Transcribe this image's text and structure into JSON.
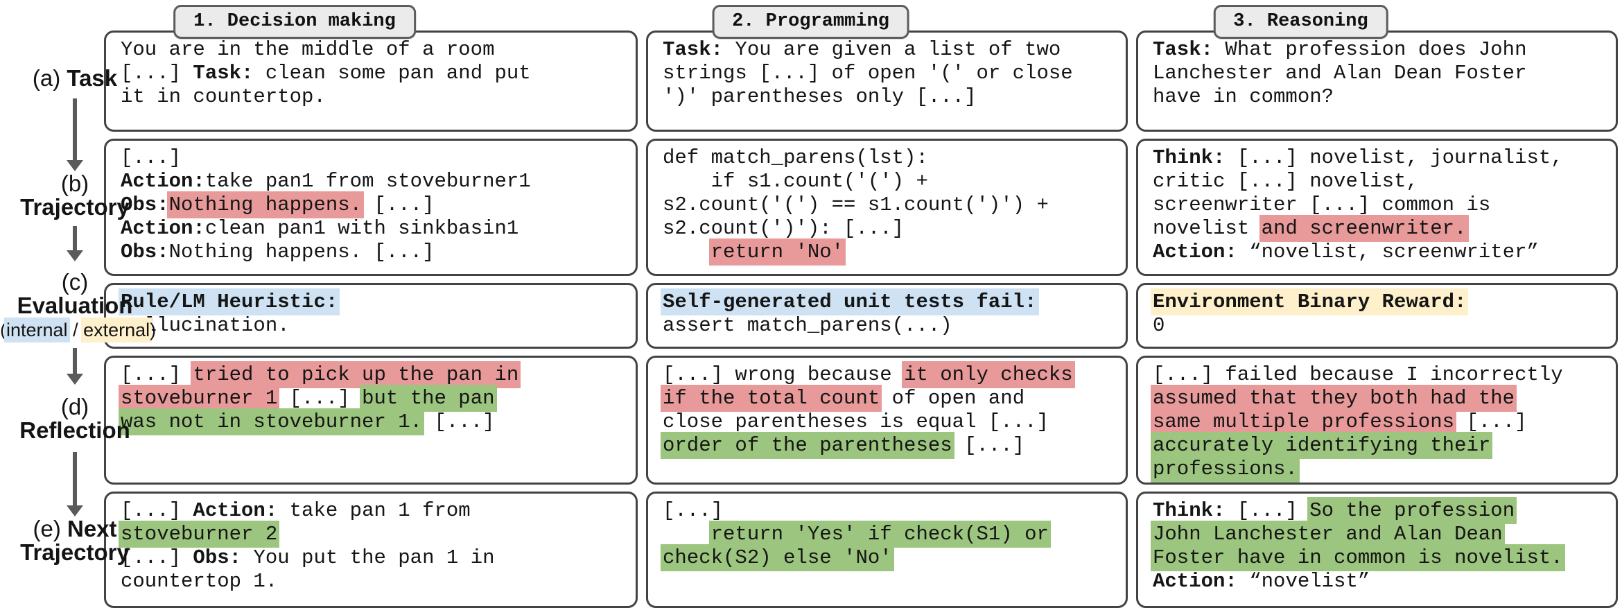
{
  "colors": {
    "highlight_red": "#e89999",
    "highlight_green": "#9cc57f",
    "highlight_blue": "#cfe2f3",
    "highlight_yellow": "#fdf0cb",
    "box_border": "#434343",
    "arrow_gray": "#5a5a5a",
    "tab_background": "#ebebeb"
  },
  "rail": {
    "a": {
      "prefix": "(a) ",
      "label": "Task"
    },
    "b": {
      "prefix": "(b)",
      "label": "Trajectory"
    },
    "c": {
      "prefix": "(c)",
      "label": "Evaluation",
      "sub_open": "(",
      "internal": "internal",
      "sub_sep": " / ",
      "external": "external",
      "sub_close": ")"
    },
    "d": {
      "prefix": "(d)",
      "label": "Reflection"
    },
    "e": {
      "prefix": "(e) ",
      "label": "Next",
      "label_line2": "Trajectory"
    }
  },
  "rows": [
    {
      "id": "task"
    },
    {
      "id": "trajectory"
    },
    {
      "id": "evaluation"
    },
    {
      "id": "reflection"
    },
    {
      "id": "next"
    }
  ],
  "columns": [
    {
      "id": "decision-making",
      "header": "1. Decision making",
      "boxes": {
        "task": {
          "lines": [
            [
              {
                "t": "You are in the middle of a room"
              }
            ],
            [
              {
                "t": "[...] "
              },
              {
                "t": "Task:",
                "b": true
              },
              {
                "t": " clean some pan and put"
              }
            ],
            [
              {
                "t": "it in countertop."
              }
            ]
          ]
        },
        "trajectory": {
          "lines": [
            [
              {
                "t": "[...]"
              }
            ],
            [
              {
                "t": "Action:",
                "b": true
              },
              {
                "t": "take pan1 from stoveburner1"
              }
            ],
            [
              {
                "t": "Obs:",
                "b": true
              },
              {
                "t": "Nothing happens.",
                "h": "red"
              },
              {
                "t": " [...]"
              }
            ],
            [
              {
                "t": "Action:",
                "b": true
              },
              {
                "t": "clean pan1 with sinkbasin1"
              }
            ],
            [
              {
                "t": "Obs:",
                "b": true
              },
              {
                "t": "Nothing happens. [...]"
              }
            ]
          ]
        },
        "evaluation": {
          "lines": [
            [
              {
                "t": "Rule/LM Heuristic:",
                "b": true,
                "h": "blue"
              }
            ],
            [
              {
                "t": "Hallucination."
              }
            ]
          ]
        },
        "reflection": {
          "lines": [
            [
              {
                "t": "[...] "
              },
              {
                "t": "tried to pick up the pan in",
                "h": "red"
              }
            ],
            [
              {
                "t": "stoveburner 1",
                "h": "red"
              },
              {
                "t": " [...] "
              },
              {
                "t": "but the pan",
                "h": "green"
              }
            ],
            [
              {
                "t": "was not in stoveburner 1.",
                "h": "green"
              },
              {
                "t": " [...]"
              }
            ]
          ]
        },
        "next": {
          "lines": [
            [
              {
                "t": "[...] "
              },
              {
                "t": "Action:",
                "b": true
              },
              {
                "t": " take pan 1 from"
              }
            ],
            [
              {
                "t": "stoveburner 2",
                "h": "green"
              }
            ],
            [
              {
                "t": "[...] "
              },
              {
                "t": "Obs:",
                "b": true
              },
              {
                "t": " You put the pan 1 in"
              }
            ],
            [
              {
                "t": "countertop 1."
              }
            ]
          ]
        }
      }
    },
    {
      "id": "programming",
      "header": "2. Programming",
      "boxes": {
        "task": {
          "lines": [
            [
              {
                "t": "Task:",
                "b": true
              },
              {
                "t": " You are given a list of two"
              }
            ],
            [
              {
                "t": "strings [...] of open '(' or close"
              }
            ],
            [
              {
                "t": "')' parentheses only [...]"
              }
            ]
          ]
        },
        "trajectory": {
          "lines": [
            [
              {
                "t": "def match_parens(lst):"
              }
            ],
            [
              {
                "t": "    if s1.count('(') +"
              }
            ],
            [
              {
                "t": "s2.count('(') == s1.count(')') +"
              }
            ],
            [
              {
                "t": "s2.count(')'): [...]"
              }
            ],
            [
              {
                "t": "    "
              },
              {
                "t": "return 'No'",
                "h": "red"
              }
            ]
          ]
        },
        "evaluation": {
          "lines": [
            [
              {
                "t": "Self-generated unit tests fail:",
                "b": true,
                "h": "blue"
              }
            ],
            [
              {
                "t": "assert match_parens(...)"
              }
            ]
          ]
        },
        "reflection": {
          "lines": [
            [
              {
                "t": "[...] wrong because "
              },
              {
                "t": "it only checks",
                "h": "red"
              }
            ],
            [
              {
                "t": "if the total count",
                "h": "red"
              },
              {
                "t": " of open and"
              }
            ],
            [
              {
                "t": "close parentheses is equal [...]"
              }
            ],
            [
              {
                "t": "order of the parentheses",
                "h": "green"
              },
              {
                "t": " [...]"
              }
            ]
          ]
        },
        "next": {
          "lines": [
            [
              {
                "t": "[...]"
              }
            ],
            [
              {
                "t": "    "
              },
              {
                "t": "return 'Yes' if check(S1) or",
                "h": "green"
              }
            ],
            [
              {
                "t": "check(S2) else 'No'",
                "h": "green"
              }
            ]
          ]
        }
      }
    },
    {
      "id": "reasoning",
      "header": "3. Reasoning",
      "boxes": {
        "task": {
          "lines": [
            [
              {
                "t": "Task:",
                "b": true
              },
              {
                "t": " What profession does John"
              }
            ],
            [
              {
                "t": "Lanchester and Alan Dean Foster"
              }
            ],
            [
              {
                "t": "have in common?"
              }
            ]
          ]
        },
        "trajectory": {
          "lines": [
            [
              {
                "t": "Think:",
                "b": true
              },
              {
                "t": " [...] novelist, journalist,"
              }
            ],
            [
              {
                "t": "critic [...] novelist,"
              }
            ],
            [
              {
                "t": "screenwriter [...] common is"
              }
            ],
            [
              {
                "t": "novelist "
              },
              {
                "t": "and screenwriter.",
                "h": "red"
              }
            ],
            [
              {
                "t": "Action:",
                "b": true
              },
              {
                "t": " “novelist, screenwriter”"
              }
            ]
          ]
        },
        "evaluation": {
          "lines": [
            [
              {
                "t": "Environment Binary Reward:",
                "b": true,
                "h": "yellow"
              }
            ],
            [
              {
                "t": "0"
              }
            ]
          ]
        },
        "reflection": {
          "lines": [
            [
              {
                "t": "[...] failed because I incorrectly"
              }
            ],
            [
              {
                "t": "assumed that they both had the",
                "h": "red"
              }
            ],
            [
              {
                "t": "same multiple professions",
                "h": "red"
              },
              {
                "t": " [...]"
              }
            ],
            [
              {
                "t": "accurately identifying their",
                "h": "green"
              }
            ],
            [
              {
                "t": "professions.",
                "h": "green"
              }
            ]
          ]
        },
        "next": {
          "lines": [
            [
              {
                "t": "Think:",
                "b": true
              },
              {
                "t": " [...] "
              },
              {
                "t": "So the profession",
                "h": "green"
              }
            ],
            [
              {
                "t": "John Lanchester and Alan Dean",
                "h": "green"
              }
            ],
            [
              {
                "t": "Foster have in common is novelist.",
                "h": "green"
              }
            ],
            [
              {
                "t": "Action:",
                "b": true
              },
              {
                "t": " “novelist”"
              }
            ]
          ]
        }
      }
    }
  ]
}
